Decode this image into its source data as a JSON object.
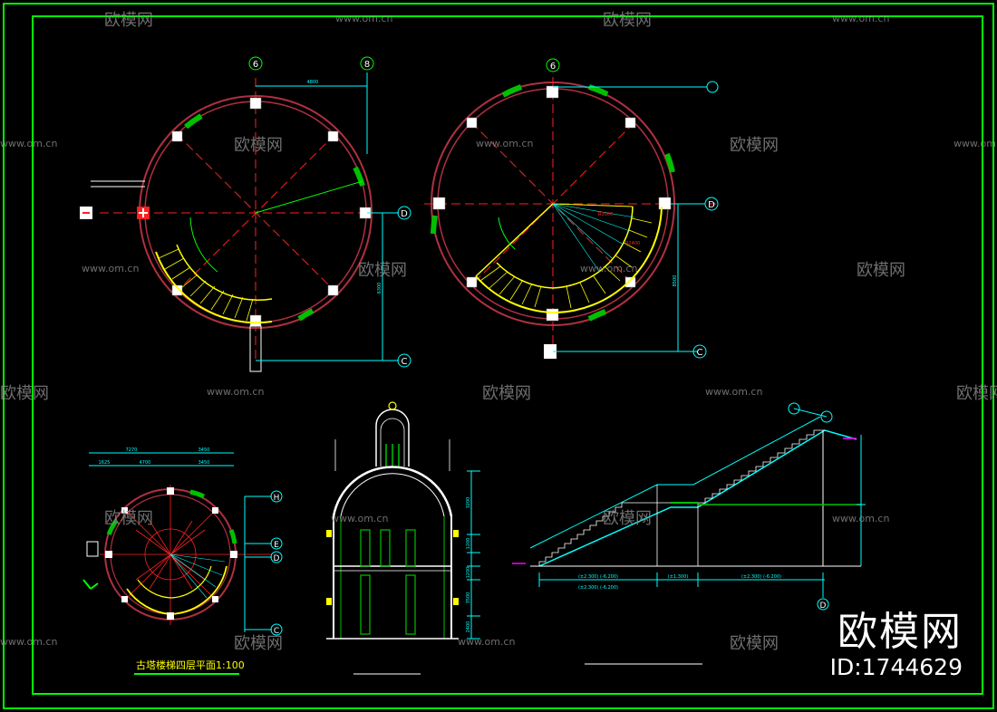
{
  "watermark": {
    "brand": "欧模网",
    "url": "www.om.cn",
    "id_text": "ID:1744629"
  },
  "grid_labels": {
    "six": "6",
    "eight": "8",
    "d": "D",
    "c": "C",
    "h": "H",
    "e": "E"
  },
  "dimensions": {
    "plan1_top": "4800",
    "plan1_side": "6300",
    "plan2_side": "8500",
    "plan2_radius": "R3000",
    "plan2_inner": "R2400",
    "small_total1": "7270",
    "small_total2": "3450",
    "small_a": "1625",
    "small_b": "4700",
    "small_c": "3450",
    "sec_a": "3200",
    "sec_b": "1200",
    "sec_c": "3500",
    "sec_d": "1200",
    "sec_e": "2400",
    "stair_a": "(±2.300) (-6.200)",
    "stair_b": "(±1.300)",
    "stair_c": "(±2.300) (-6.200)",
    "stair_d": "(±2.300) (-6.200)"
  },
  "titles": {
    "small_plan": "古塔楼梯四层平面1:100"
  },
  "colors": {
    "frame": "#00ff00",
    "wall": "#b03040",
    "stair": "#ffff00",
    "axis": "#ff2020",
    "dim": "#00ffff",
    "window": "#00c000"
  }
}
